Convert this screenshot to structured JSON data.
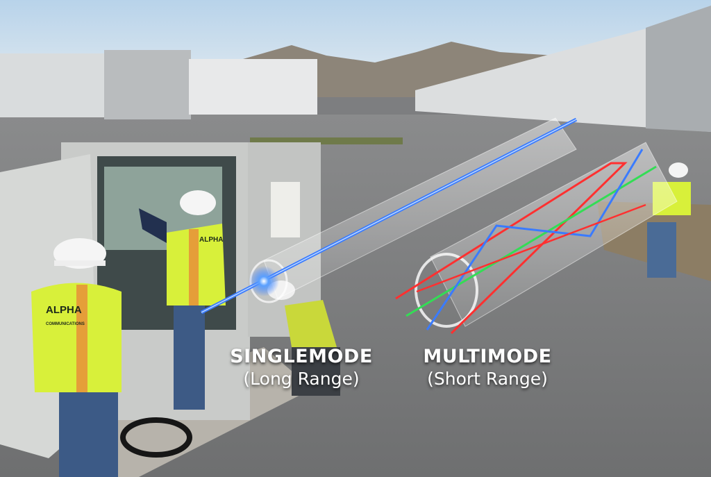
{
  "overlay": {
    "singlemode": {
      "title": "SINGLEMODE",
      "subtitle": "(Long Range)"
    },
    "multimode": {
      "title": "MULTIMODE",
      "subtitle": "(Short Range)"
    }
  },
  "logo": {
    "name": "ALPHA",
    "tagline": "COMMUNICATIONS"
  },
  "colors": {
    "singlemode_beam": "#3a7bff",
    "multimode_red": "#ff3030",
    "multimode_green": "#33dd55",
    "multimode_blue": "#3a7bff",
    "vest": "#d8f03a"
  }
}
